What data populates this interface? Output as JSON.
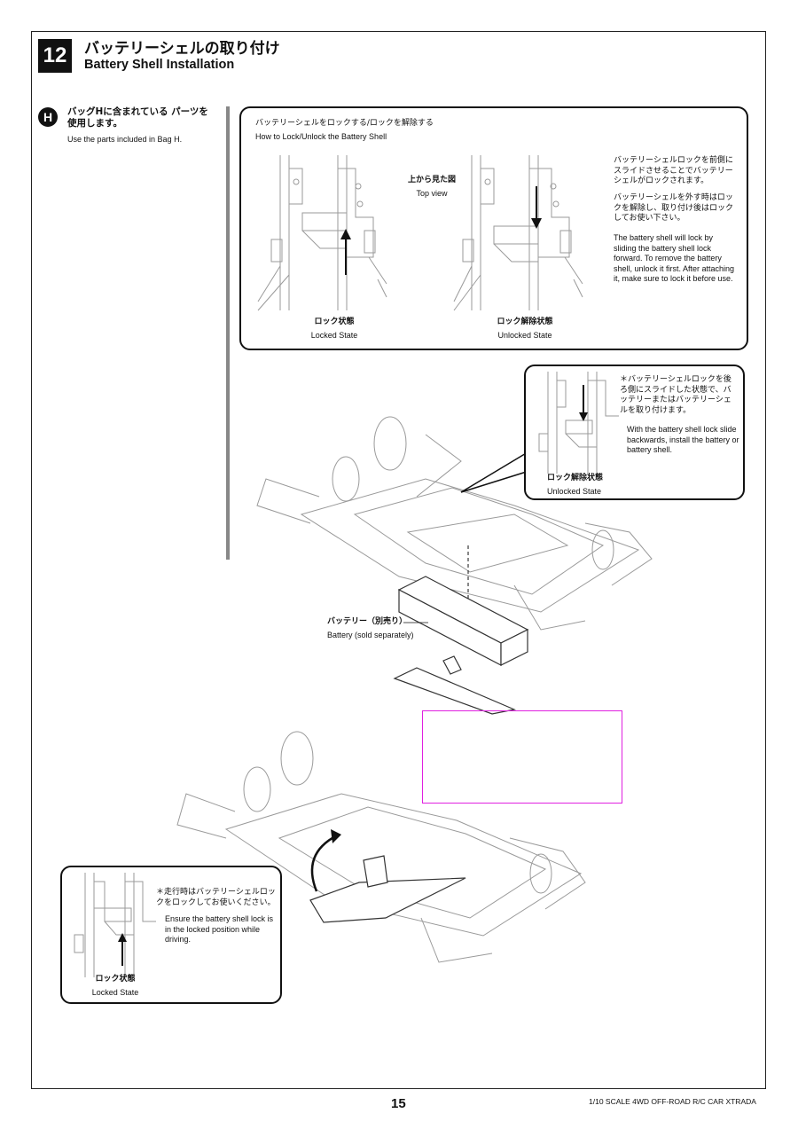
{
  "step": {
    "number": "12",
    "title_jp": "バッテリーシェルの取り付け",
    "title_en": "Battery Shell Installation"
  },
  "bag": {
    "letter": "H",
    "text_jp": "バッグHに含まれている パーツを使用します。",
    "text_en": "Use the parts included in Bag H."
  },
  "lock_panel": {
    "title_jp": "バッテリーシェルをロックする/ロックを解除する",
    "title_en": "How to Lock/Unlock the Battery Shell",
    "view_jp": "上から見た図",
    "view_en": "Top view",
    "locked_jp": "ロック状態",
    "locked_en": "Locked State",
    "unlocked_jp": "ロック解除状態",
    "unlocked_en": "Unlocked State",
    "desc1_jp": "バッテリーシェルロックを前側にスライドさせることでバッテリーシェルがロックされます。",
    "desc2_jp": "バッテリーシェルを外す時はロックを解除し、取り付け後はロックしてお使い下さい。",
    "desc_en": "The battery shell will lock by sliding the battery shell lock forward. To remove the battery shell, unlock it first. After attaching it, make sure to lock it before use."
  },
  "unlock_callout": {
    "text_jp": "＊バッテリーシェルロックを後ろ側にスライドした状態で、バッテリーまたはバッテリーシェルを取り付けます。",
    "text_en": "With the battery shell lock slide backwards, install the battery or battery shell.",
    "state_jp": "ロック解除状態",
    "state_en": "Unlocked State"
  },
  "battery": {
    "label_jp": "バッテリー（別売り）",
    "label_en": "Battery (sold separately)"
  },
  "lock_callout": {
    "text_jp": "＊走行時はバッテリーシェルロックをロックしてお使いください。",
    "text_en": "Ensure the battery shell lock is in the locked position while driving.",
    "state_jp": "ロック状態",
    "state_en": "Locked State"
  },
  "footer": {
    "page_number": "15",
    "model": "1/10 SCALE 4WD OFF-ROAD R/C CAR XTRADA"
  },
  "colors": {
    "annotation_box": "#e020e0",
    "ink": "#111111",
    "line_art": "#9a9a9a"
  }
}
